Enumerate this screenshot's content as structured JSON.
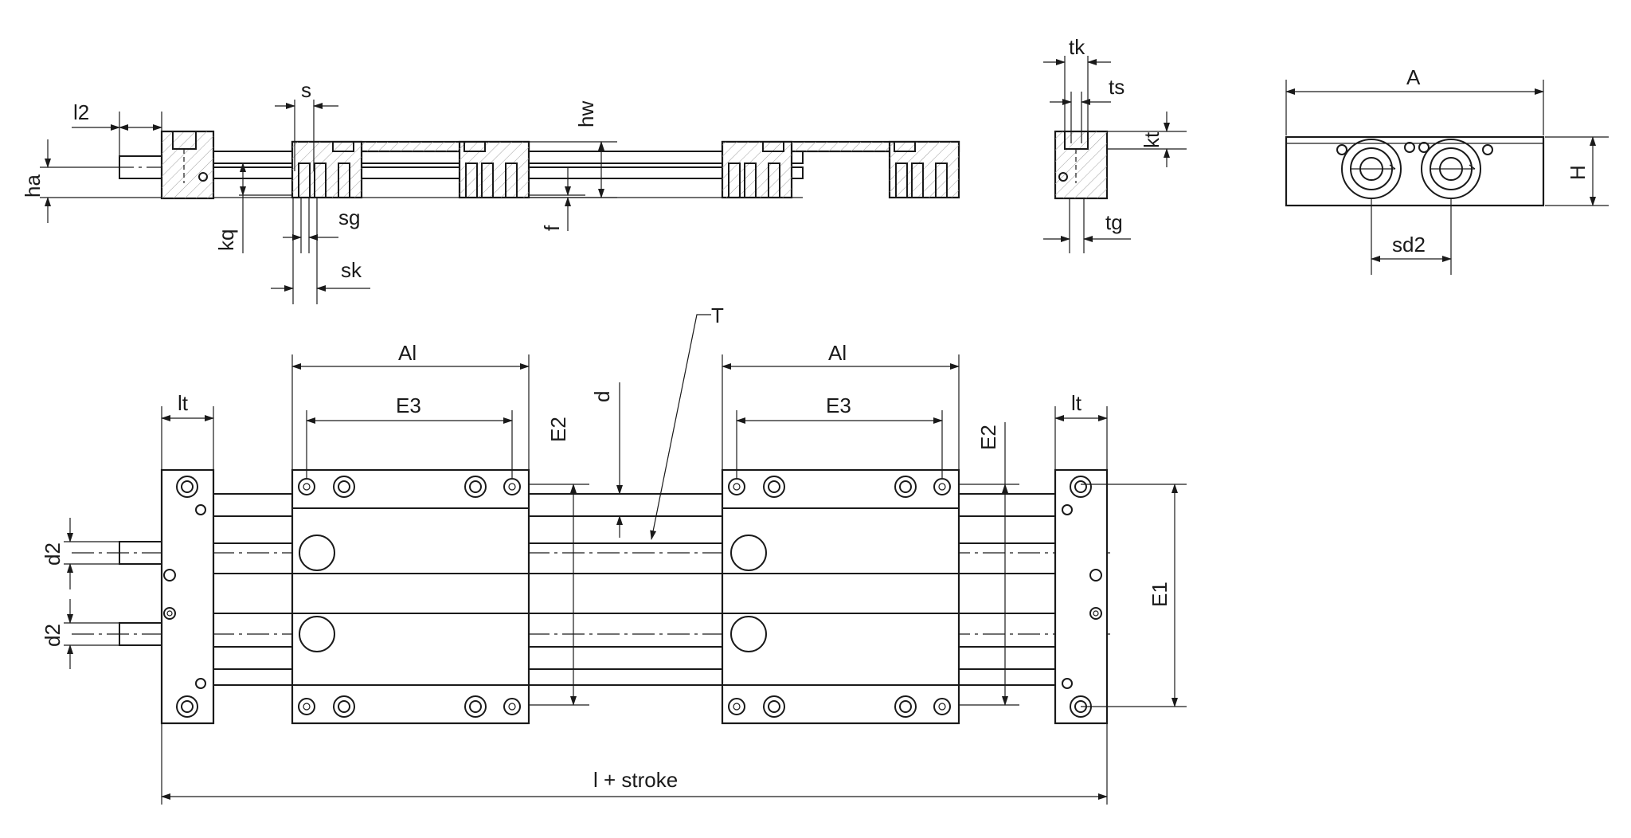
{
  "labels": {
    "l2": "l2",
    "s": "s",
    "hw": "hw",
    "tk": "tk",
    "ts": "ts",
    "kt": "kt",
    "ha": "ha",
    "kq": "kq",
    "sg": "sg",
    "f": "f",
    "tg": "tg",
    "sk": "sk",
    "A": "A",
    "H": "H",
    "sd2": "sd2",
    "T": "T",
    "Al_left": "Al",
    "Al_right": "Al",
    "E3_left": "E3",
    "E3_right": "E3",
    "lt_left": "lt",
    "lt_right": "lt",
    "E2_left": "E2",
    "E2_right": "E2",
    "d": "d",
    "d2_top": "d2",
    "d2_bottom": "d2",
    "E1": "E1",
    "l_stroke": "l + stroke"
  }
}
